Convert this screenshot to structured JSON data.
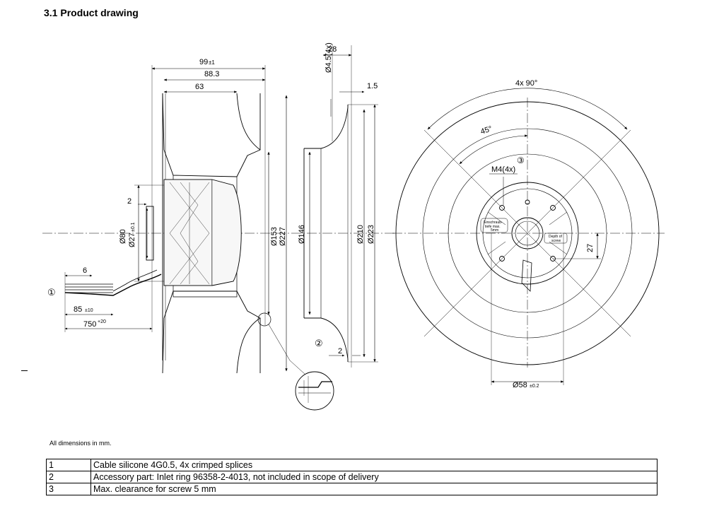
{
  "title": "3.1 Product drawing",
  "note": "All dimensions in mm.",
  "dimensions": {
    "d99": "99",
    "d99_tol": "±1",
    "d88": "88.3",
    "d63": "63",
    "d28": "28",
    "d45": "Ø4.5(4x)",
    "d15": "1.5",
    "d2_top": "2",
    "d80": "Ø80",
    "d27tol": "Ø27",
    "d27tol_tol": "±0.1",
    "d153": "Ø153",
    "d227": "Ø227",
    "d146": "Ø146",
    "d210": "Ø210",
    "d223": "Ø223",
    "d6": "6",
    "d85": "85",
    "d85_tol": "±10",
    "d750": "750",
    "d750_tol": "+20",
    "d2_bottom": "2",
    "angle_4x90": "4x 90°",
    "angle_45": "45°",
    "m4": "M4(4x)",
    "d27": "27",
    "d58": "Ø58",
    "d58_tol": "±0.2"
  },
  "callouts": {
    "c1": "①",
    "c2": "②",
    "c3": "③"
  },
  "small_labels": {
    "einschraub_1": "Einschraub-",
    "einschraub_2": "tiefe max.",
    "einschraub_3": "5mm",
    "depth_1": "Depth of",
    "depth_2": "screw"
  },
  "legend": [
    {
      "num": "1",
      "text": "Cable silicone 4G0.5, 4x crimped splices"
    },
    {
      "num": "2",
      "text": "Accessory part: Inlet ring 96358-2-4013, not included in scope of delivery"
    },
    {
      "num": "3",
      "text": "Max. clearance for screw 5 mm"
    }
  ]
}
